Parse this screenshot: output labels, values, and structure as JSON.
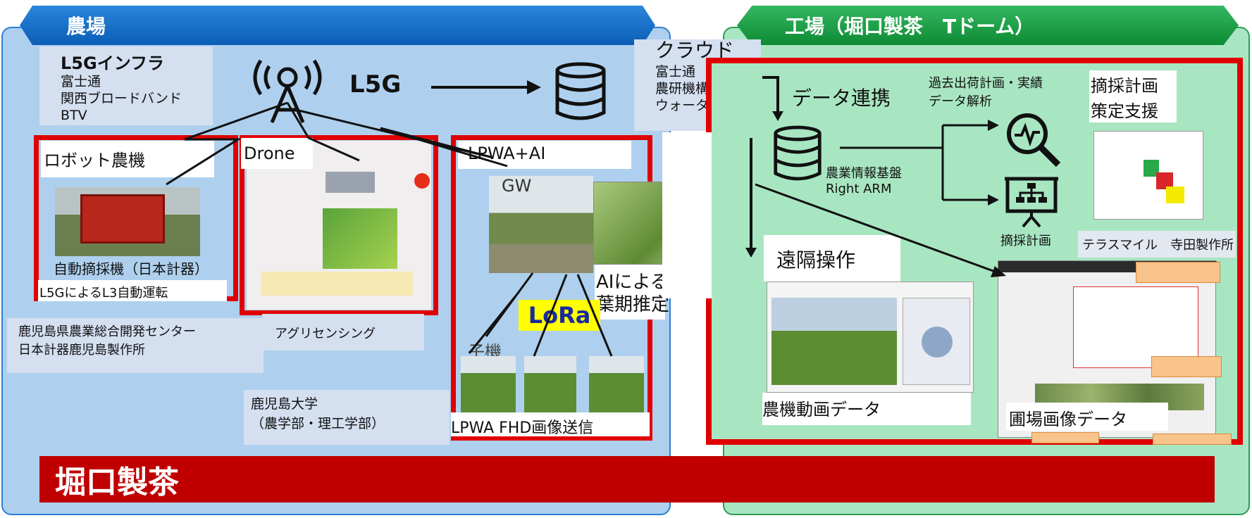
{
  "farm": {
    "banner": "農場",
    "infra": {
      "title": "L5Gインフラ",
      "members": [
        "富士通",
        "関西ブロードバンド",
        "BTV"
      ]
    },
    "l5g_label": "L5G",
    "robot": {
      "title": "ロボット農機",
      "machine": "自動摘採機（日本計器）",
      "note": "L5GによるL3自動運転",
      "org1": "鹿児島県農業総合開発センター",
      "org2": "日本計器鹿児島製作所"
    },
    "drone": {
      "title": "Drone",
      "caption": "アグリセンシング"
    },
    "lpwa": {
      "title": "LPWA+AI",
      "gw": "GW",
      "ai1": "AIによる",
      "ai2": "葉期推定",
      "lora": "LoRa",
      "child": "子機",
      "caption": "LPWA FHD画像送信"
    },
    "university": {
      "line1": "鹿児島大学",
      "line2": "（農学部・理工学部）"
    }
  },
  "cloud": {
    "title": "クラウド",
    "members": [
      "富士通",
      "農研機構",
      "ウォータセル"
    ]
  },
  "factory": {
    "banner": "工場（堀口製茶　Tドーム）",
    "data_link": "データ連携",
    "past": {
      "line1": "過去出荷計画・実績",
      "line2": "データ解析"
    },
    "base": {
      "line1": "農業情報基盤",
      "line2": "Right ARM"
    },
    "plan_support": {
      "line1": "摘採計画",
      "line2": "策定支援"
    },
    "plan_label": "摘採計画",
    "terrace": "テラスマイル　寺田製作所",
    "remote": "遠隔操作",
    "video_caption": "農機動画データ",
    "field_caption": "圃場画像データ"
  },
  "company": "堀口製茶",
  "colors": {
    "red": "#e00000",
    "farm_bg": "#aed0ee",
    "factory_bg": "#a8e6c2",
    "company_bar": "#c00000"
  }
}
